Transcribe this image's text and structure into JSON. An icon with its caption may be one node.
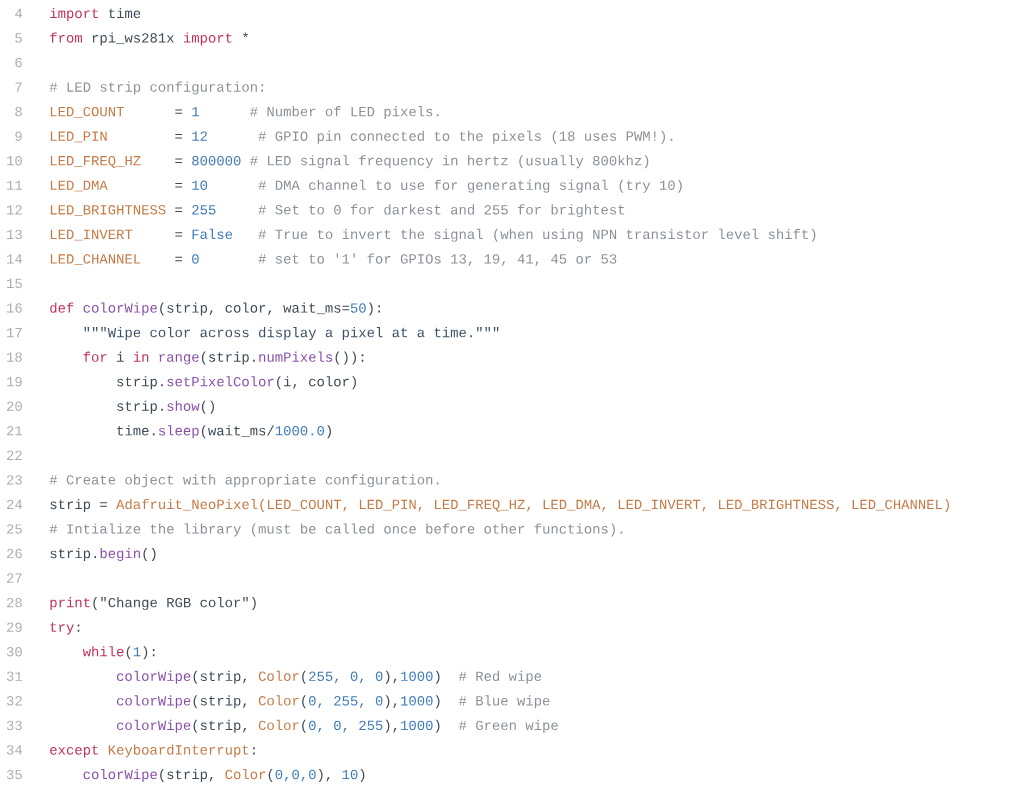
{
  "diagram": {
    "labels": [
      "4",
      "import",
      "time",
      "5",
      "from",
      "rpi_ws281x",
      "import",
      "*",
      "6",
      "7",
      "# LED strip configuration:",
      "8",
      "LED_COUNT",
      "=",
      "1",
      "# Number of LED pixels.",
      "9",
      "LED_PIN",
      "=",
      "12",
      "# GPIO pin connected to the pixels (18 uses PWM!).",
      "10",
      "LED_FREQ_HZ",
      "=",
      "800000",
      "# LED signal frequency in hertz (usually 800khz)",
      "11",
      "LED_DMA",
      "=",
      "10",
      "# DMA channel to use for generating signal (try 10)",
      "12",
      "LED_BRIGHTNESS",
      "=",
      "255",
      "# Set to 0 for darkest and 255 for brightest",
      "13",
      "LED_INVERT",
      "=",
      "False",
      "# True to invert the signal (when using NPN transistor level shift)",
      "14",
      "LED_CHANNEL",
      "=",
      "0",
      "# set to '1' for GPIOs 13, 19, 41, 45 or 53",
      "15",
      "16",
      "def",
      "colorWipe",
      "(strip, color, wait_ms=",
      "50",
      "):",
      "17",
      "\"\"\"Wipe color across display a pixel at a time.\"\"\"",
      "18",
      "for",
      "i",
      "in",
      "range",
      "(strip.",
      "numPixels",
      "()):",
      "19",
      "strip.",
      "setPixelColor",
      "(i, color)",
      "20",
      "strip.",
      "show",
      "()",
      "21",
      "time.",
      "sleep",
      "(wait_ms/",
      "1000.0",
      ")",
      "22",
      "23",
      "# Create object with appropriate configuration.",
      "24",
      "strip",
      "=",
      "Adafruit_NeoPixel(LED_COUNT, LED_PIN, LED_FREQ_HZ, LED_DMA, LED_INVERT, LED_BRIGHTNESS, LED_CHANNEL)",
      "25",
      "# Intialize the library (must be called once before other functions).",
      "26",
      "strip.",
      "begin",
      "()",
      "27",
      "28",
      "print",
      "(\"Change RGB color\")",
      "29",
      "try",
      ":",
      "30",
      "while",
      "(",
      "1",
      "):",
      "31",
      "colorWipe",
      "(strip,",
      "Color",
      "(",
      "255, 0, 0",
      "),",
      "1000",
      ")",
      "# Red wipe",
      "32",
      "colorWipe",
      "(strip,",
      "Color",
      "(",
      "0, 255, 0",
      "),",
      "1000",
      ")",
      "# Blue wipe",
      "33",
      "colorWipe",
      "(strip,",
      "Color",
      "(",
      "0, 0, 255",
      "),",
      "1000",
      ")",
      "# Green wipe",
      "34",
      "except",
      "KeyboardInterrupt",
      ":",
      "35",
      "colorWipe",
      "(strip,",
      "Color",
      "(",
      "0,0,0",
      "),",
      "10",
      ")"
    ]
  }
}
